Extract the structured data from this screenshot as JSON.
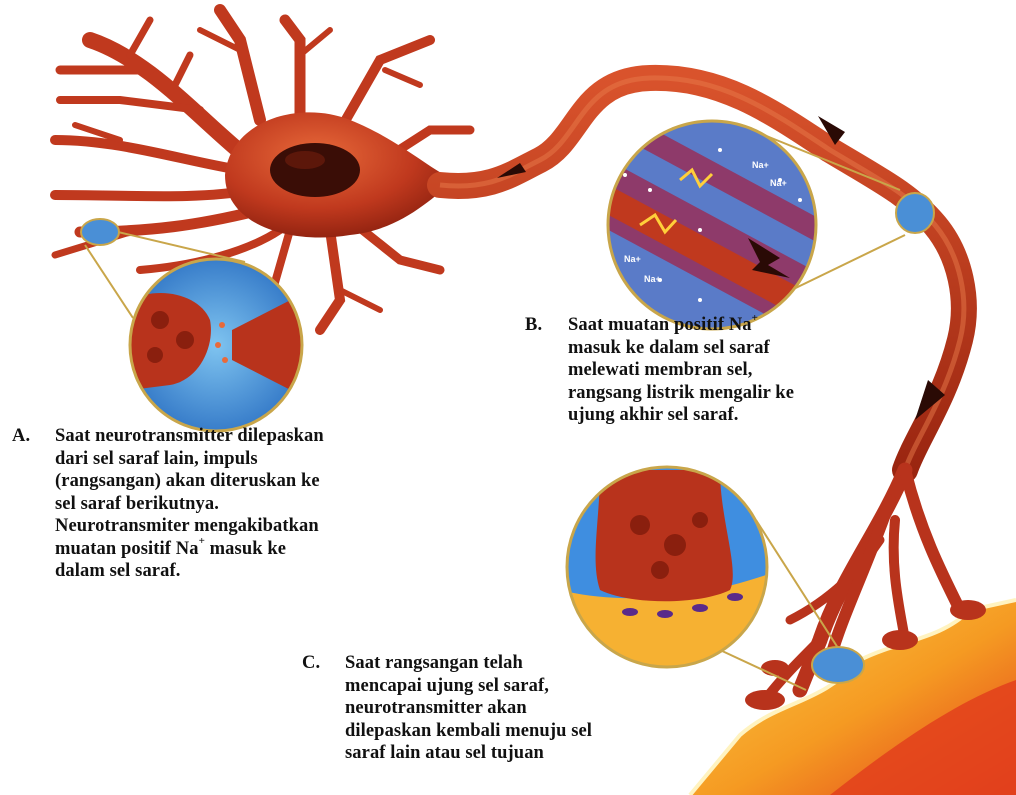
{
  "captions": {
    "a": {
      "letter": "A.",
      "lines": [
        "Saat neurotransmitter dilepaskan",
        "dari sel saraf lain, impuls",
        "(rangsangan) akan diteruskan ke",
        "sel saraf berikutnya.",
        "Neurotransmiter mengakibatkan",
        "muatan positif Na",
        "dalam sel saraf."
      ],
      "line6_sup": "+",
      "line6_tail": " masuk ke"
    },
    "b": {
      "letter": "B.",
      "line1": "Saat muatan positif Na",
      "line1_sup": "+",
      "lines": [
        "masuk ke dalam sel saraf",
        "melewati membran sel,",
        "rangsang listrik mengalir ke",
        "ujung akhir sel saraf."
      ]
    },
    "c": {
      "letter": "C.",
      "lines": [
        "Saat rangsangan telah",
        "mencapai ujung sel saraf,",
        "neurotransmitter akan",
        "dilepaskan kembali menuju sel",
        "saraf lain atau sel tujuan"
      ]
    }
  },
  "ion_labels": [
    "Na+",
    "Na+",
    "Na+",
    "Na+"
  ],
  "colors": {
    "neuron": "#b8331c",
    "neuron_dark": "#8a1f0e",
    "nucleus": "#3a0d06",
    "callout_outline": "#c9a64a",
    "fluid_blue": "#2f7fd0",
    "target_yellow": "#f6b132",
    "target_red": "#e2401c"
  }
}
